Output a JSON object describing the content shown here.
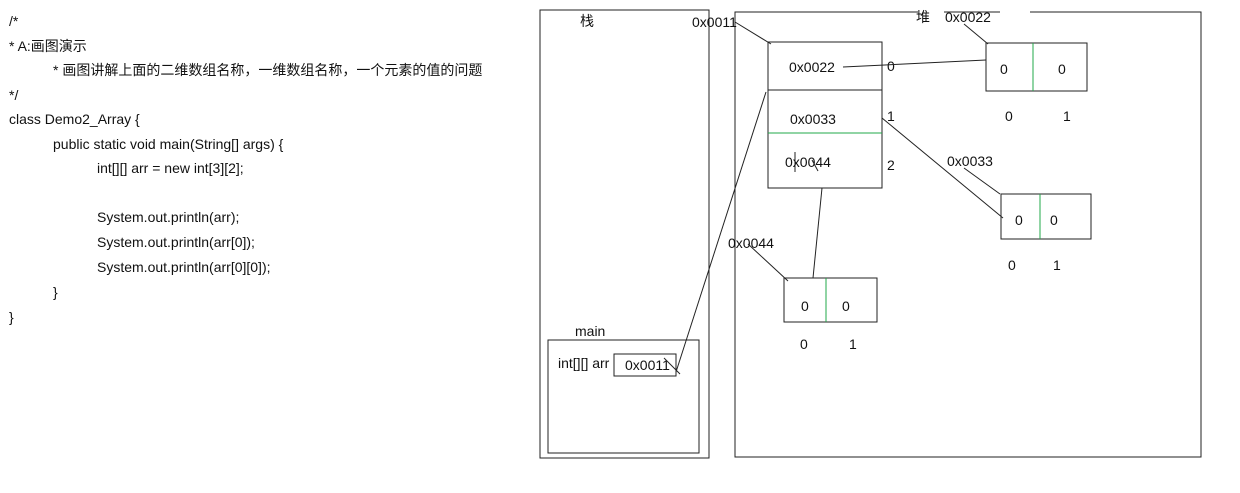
{
  "code": {
    "lines": [
      "/*",
      "* A:画图演示",
      "* 画图讲解上面的二维数组名称，一维数组名称，一个元素的值的问题",
      "*/",
      "class Demo2_Array {",
      "public static void main(String[] args) {",
      "int[][] arr = new int[3][2];",
      "System.out.println(arr);",
      "System.out.println(arr[0]);",
      "System.out.println(arr[0][0]);",
      "}",
      "}"
    ]
  },
  "diagram": {
    "stack_label": "栈",
    "heap_label": "堆",
    "main_frame_label": "main",
    "variable_label": "int[][] arr",
    "variable_value": "0x0011",
    "outer_array": {
      "address": "0x0011",
      "cells": [
        "0x0022",
        "0x0033",
        "0x0044"
      ],
      "indices": [
        "0",
        "1",
        "2"
      ]
    },
    "inner_arrays": [
      {
        "address": "0x0022",
        "values": [
          "0",
          "0"
        ],
        "indices": [
          "0",
          "1"
        ]
      },
      {
        "address": "0x0033",
        "values": [
          "0",
          "0"
        ],
        "indices": [
          "0",
          "1"
        ]
      },
      {
        "address": "0x0044",
        "values": [
          "0",
          "0"
        ],
        "indices": [
          "0",
          "1"
        ]
      }
    ]
  }
}
